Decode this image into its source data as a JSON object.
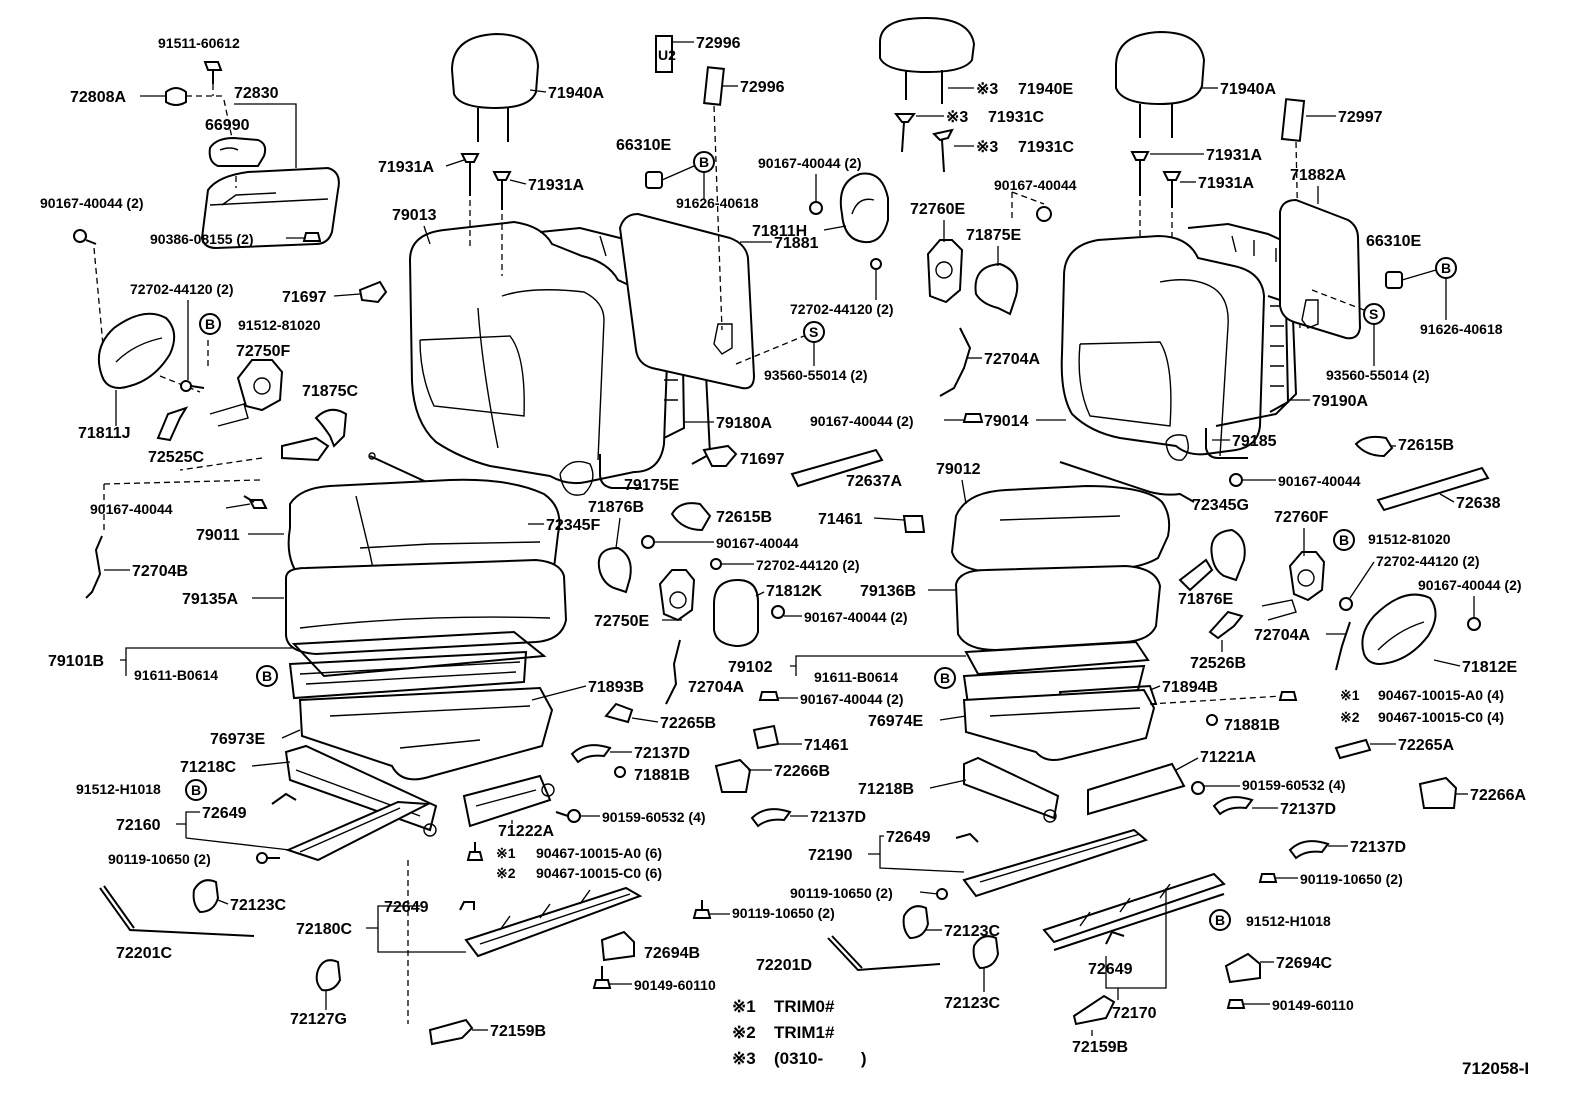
{
  "diagram_id": "712058-I",
  "labels": {
    "p91511_60612": "91511-60612",
    "p72808A": "72808A",
    "p72830": "72830",
    "p66990": "66990",
    "p90167_40044_2_a": "90167-40044 (2)",
    "p90386_08155_2": "90386-08155 (2)",
    "p72702_44120_2_a": "72702-44120 (2)",
    "pB_91512_81020_a": "91512-81020",
    "p72750F": "72750F",
    "p71811J": "71811J",
    "p72525C": "72525C",
    "p71875C": "71875C",
    "p71697_a": "71697",
    "p71940A_a": "71940A",
    "p71931A_a": "71931A",
    "p71931A_b": "71931A",
    "p79013": "79013",
    "p72996_a": "72996",
    "p72996_b": "72996",
    "p66310E_a": "66310E",
    "pB_91626_40618_a": "91626-40618",
    "p71881": "71881",
    "p79180A": "79180A",
    "p71697_b": "71697",
    "p79175E": "79175E",
    "p90167_40044_a": "90167-40044",
    "p79011": "79011",
    "p72345F": "72345F",
    "p72704B": "72704B",
    "p79135A": "79135A",
    "p79101B": "79101B",
    "pB_91611_B0614_a": "91611-B0614",
    "p71893B": "71893B",
    "p76973E": "76973E",
    "p71218C": "71218C",
    "pB_91512_H1018_a": "91512-H1018",
    "p72160": "72160",
    "p72649_a": "72649",
    "p90119_10650_2_a": "90119-10650 (2)",
    "p72123C_a": "72123C",
    "p72201C": "72201C",
    "p72127G": "72127G",
    "p72159B_a": "72159B",
    "p71222A": "71222A",
    "p90159_60532_4_a": "90159-60532 (4)",
    "m1_90467_a": "90467-10015-A0 (6)",
    "m2_90467_a": "90467-10015-C0 (6)",
    "p72180C": "72180C",
    "p72649_b": "72649",
    "p90119_10650_2_b": "90119-10650 (2)",
    "p72694B": "72694B",
    "p90149_60110_a": "90149-60110",
    "p71876B": "71876B",
    "p72615B_a": "72615B",
    "p90167_40044_b": "90167-40044",
    "p72702_44120_2_b": "72702-44120 (2)",
    "p71812K": "71812K",
    "p90167_40044_2_b": "90167-40044 (2)",
    "p72750E": "72750E",
    "p72704A_a": "72704A",
    "p72265B": "72265B",
    "p71461_a": "71461",
    "p72137D_a": "72137D",
    "p71881B_a": "71881B",
    "p72266B": "72266B",
    "p72137D_b": "72137D",
    "m3_71940E": "71940E",
    "m3_71931C_a": "71931C",
    "m3_71931C_b": "71931C",
    "p90167_40044_2_c": "90167-40044 (2)",
    "p71811H": "71811H",
    "p90167_40044_c": "90167-40044",
    "p72760E": "72760E",
    "p71875E": "71875E",
    "p72702_44120_2_c": "72702-44120 (2)",
    "pS_93560_55014_2_a": "93560-55014 (2)",
    "p72704A_b": "72704A",
    "p90167_40044_2_d": "90167-40044 (2)",
    "p79014": "79014",
    "p72637A": "72637A",
    "p79012": "79012",
    "p71461_b": "71461",
    "p79136B": "79136B",
    "p79102": "79102",
    "pB_91611_B0614_b": "91611-B0614",
    "p71894B": "71894B",
    "p90167_40044_2_e": "90167-40044 (2)",
    "p76974E": "76974E",
    "p71218B": "71218B",
    "p71221A": "71221A",
    "p90159_60532_4_b": "90159-60532 (4)",
    "p72649_c": "72649",
    "p72190": "72190",
    "p90119_10650_2_c": "90119-10650 (2)",
    "p72123C_b": "72123C",
    "p72201D": "72201D",
    "p72123C_c": "72123C",
    "p72649_d": "72649",
    "p72170": "72170",
    "p72159B_b": "72159B",
    "p71940A_b": "71940A",
    "p72997": "72997",
    "p71931A_c": "71931A",
    "p71931A_d": "71931A",
    "p71882A": "71882A",
    "p66310E_b": "66310E",
    "pB_91626_40618_b": "91626-40618",
    "pS_93560_55014_2_b": "93560-55014 (2)",
    "p79190A": "79190A",
    "p79185": "79185",
    "p72615B_b": "72615B",
    "p90167_40044_d": "90167-40044",
    "p72638": "72638",
    "p72345G": "72345G",
    "p72760F": "72760F",
    "pB_91512_81020_b": "91512-81020",
    "p72702_44120_2_d": "72702-44120 (2)",
    "p90167_40044_2_f": "90167-40044 (2)",
    "p71876E": "71876E",
    "p72704A_c": "72704A",
    "p71812E": "71812E",
    "p72526B": "72526B",
    "m1_90467_b": "90467-10015-A0 (4)",
    "m2_90467_b": "90467-10015-C0 (4)",
    "p71881B_b": "71881B",
    "p72265A": "72265A",
    "p72266A": "72266A",
    "p72137D_c": "72137D",
    "p72137D_d": "72137D",
    "p90119_10650_2_d": "90119-10650 (2)",
    "pB_91512_H1018_b": "91512-H1018",
    "p72694C": "72694C",
    "p90149_60110_b": "90149-60110"
  },
  "markers": {
    "b": "B",
    "s": "S",
    "m1": "※1",
    "m2": "※2",
    "m3": "※3"
  },
  "legend": [
    {
      "mark": "※1",
      "text": "TRIM0#"
    },
    {
      "mark": "※2",
      "text": "TRIM1#"
    },
    {
      "mark": "※3",
      "text": "(0310-        )"
    }
  ]
}
